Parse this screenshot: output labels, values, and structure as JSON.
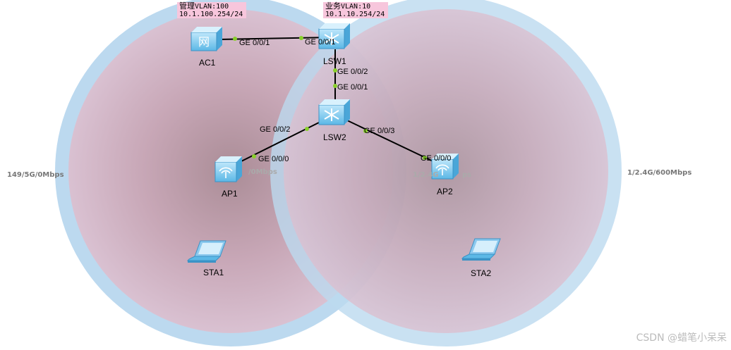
{
  "notes": {
    "mgmt": {
      "title": "管理",
      "vlan": "VLAN:100",
      "ip": "10.1.100.254/24"
    },
    "biz": {
      "title": "业务",
      "vlan": "VLAN:10",
      "ip": "10.1.10.254/24"
    }
  },
  "devices": {
    "ac1": {
      "label": "AC1",
      "icon": "wireless-controller-icon"
    },
    "lsw1": {
      "label": "LSW1",
      "icon": "switch-icon"
    },
    "lsw2": {
      "label": "LSW2",
      "icon": "switch-icon"
    },
    "ap1": {
      "label": "AP1",
      "icon": "access-point-icon"
    },
    "ap2": {
      "label": "AP2",
      "icon": "access-point-icon"
    },
    "sta1": {
      "label": "STA1",
      "icon": "laptop-icon"
    },
    "sta2": {
      "label": "STA2",
      "icon": "laptop-icon"
    }
  },
  "ports": {
    "ac1_lsw1": "GE 0/0/1",
    "lsw1_ac1": "GE 0/0/1",
    "lsw1_lsw2": "GE 0/0/2",
    "lsw2_lsw1": "GE 0/0/1",
    "lsw2_ap1": "GE 0/0/2",
    "ap1_lsw2": "GE 0/0/0",
    "lsw2_ap2": "GE 0/0/3",
    "ap2_lsw2": "GE 0/0/0"
  },
  "radio": {
    "ap1_left": "149/5G/0Mbps",
    "ap1_inner": "/0Mbps",
    "ap2_inner_a": "1/2.4G",
    "ap2_inner_b": "ps",
    "ap2_right": "1/2.4G/600Mbps"
  },
  "watermark": "CSDN @蜡笔小呆呆",
  "colors": {
    "coverage_ring": "#b9d8ee",
    "coverage_fill": "#d9b3c6",
    "link": "#000000",
    "port_dot": "#88d02a",
    "note_bg": "#f7c6dc"
  }
}
